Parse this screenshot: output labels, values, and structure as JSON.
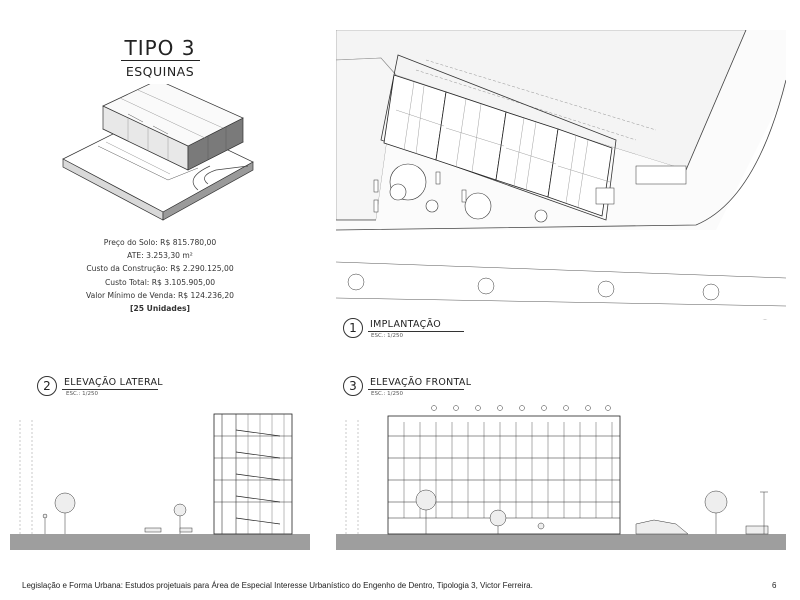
{
  "header": {
    "title": "TIPO 3",
    "subtitle": "ESQUINAS"
  },
  "info": {
    "preco_solo": "Preço do Solo: R$ 815.780,00",
    "ate": "ATE: 3.253,30 m²",
    "custo_construcao": "Custo da Construção: R$ 2.290.125,00",
    "custo_total": "Custo Total: R$ 3.105.905,00",
    "valor_minimo": "Valor Mínimo de Venda: R$ 124.236,20",
    "unidades": "[25 Unidades]"
  },
  "drawings": {
    "implantacao": {
      "number": "1",
      "label": "IMPLANTAÇÃO",
      "scale": "ESC.: 1/250"
    },
    "elevacao_lateral": {
      "number": "2",
      "label": "ELEVAÇÃO LATERAL",
      "scale": "ESC.: 1/250"
    },
    "elevacao_frontal": {
      "number": "3",
      "label": "ELEVAÇÃO FRONTAL",
      "scale": "ESC.: 1/250"
    }
  },
  "footer": {
    "caption": "Legislação e Forma Urbana: Estudos projetuais para Área de Especial Interesse Urbanístico do Engenho de Dentro, Tipologia 3, Victor Ferreira.",
    "page_number": "6"
  }
}
